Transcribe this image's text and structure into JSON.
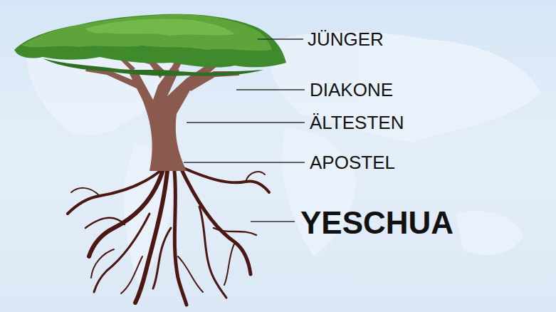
{
  "diagram": {
    "labels": [
      "JÜNGER",
      "DIAKONE",
      "ÄLTESTEN",
      "APOSTEL",
      "YESCHUA"
    ]
  }
}
